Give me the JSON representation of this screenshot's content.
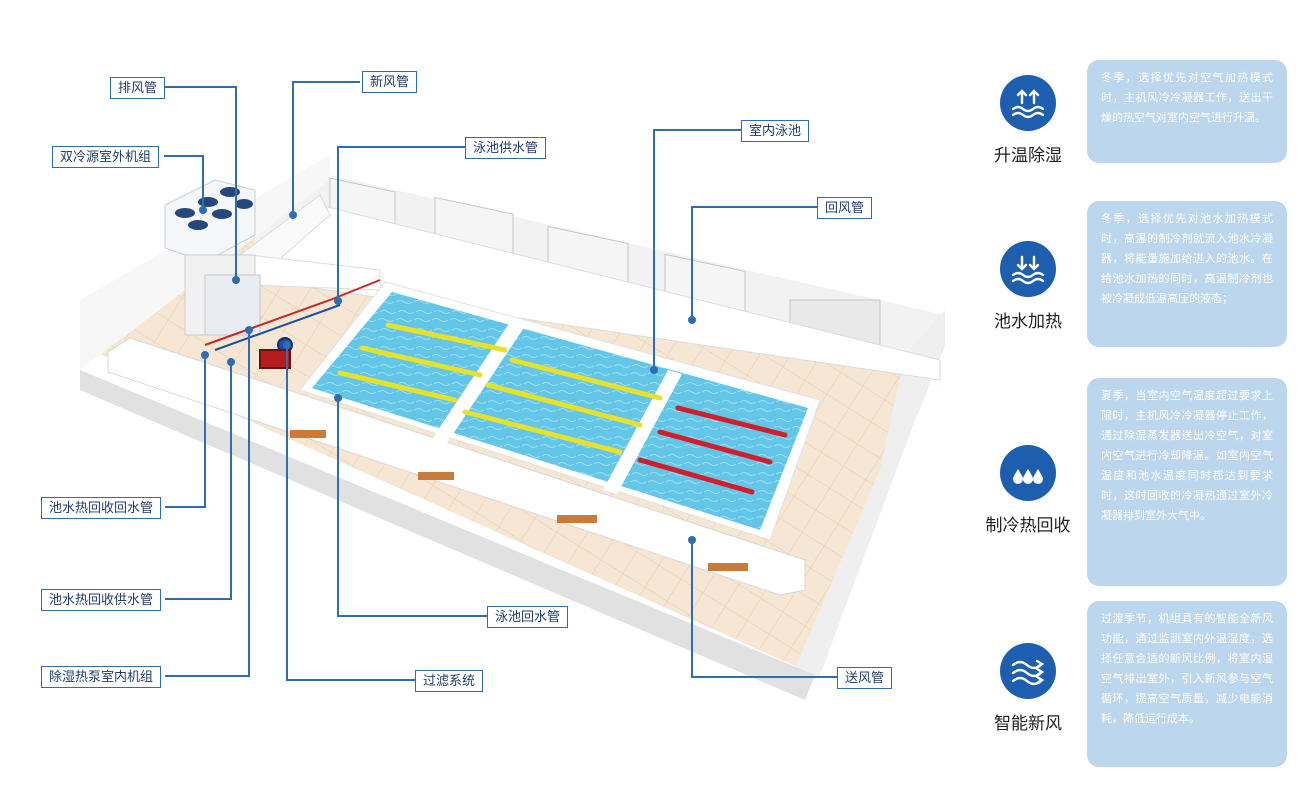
{
  "labels": {
    "exhaust_duct": "排风管",
    "fresh_air_duct": "新风管",
    "dual_source_outdoor_unit": "双冷源室外机组",
    "pool_supply_pipe": "泳池供水管",
    "indoor_pool": "室内泳池",
    "return_air_duct": "回风管",
    "heat_recovery_return_pipe": "池水热回收回水管",
    "heat_recovery_supply_pipe": "池水热回收供水管",
    "dehumid_heat_pump_indoor_unit": "除湿热泵室内机组",
    "filter_system": "过滤系统",
    "pool_return_pipe": "泳池回水管",
    "supply_air_duct": "送风管"
  },
  "features": [
    {
      "title": "升温除湿",
      "icon": "temperature-rise-icon",
      "text": "冬季，选择优先对空气加热模式时，主机风冷冷凝器工作，送出干燥的热空气对室内空气进行升温。"
    },
    {
      "title": "池水加热",
      "icon": "water-heating-icon",
      "text": "冬季，选择优先对池水加热模式时，高温的制冷剂就流入池水冷凝器，将能量施加给进入的池水。在给池水加热的同时，高温制冷剂也被冷凝成低温高压的液态；"
    },
    {
      "title": "制冷热回收",
      "icon": "water-drops-icon",
      "text": "夏季，当室内空气温度超过要求上限时，主机风冷冷凝器停止工作，通过除湿蒸发器送出冷空气，对室内空气进行冷却降温。如室内空气温度和池水温度同时都达到要求时，这时回收的冷凝热通过室外冷凝器排到室外大气中。"
    },
    {
      "title": "智能新风",
      "icon": "fresh-air-icon",
      "text": "过渡季节，机组具有的智能全新风功能，通过监测室内外温湿度，选择任意合适的新风比例，将室内湿空气排出室外，引入新风参与空气循环，提高空气质量，减少电能消耗，降低运行成本。"
    }
  ],
  "colors": {
    "accent": "#1d5fae",
    "leader": "#2f6db3",
    "panel": "#bcd6ee",
    "pool": "#52bce3",
    "lane_yellow": "#e7e12a",
    "lane_red": "#d11e2b"
  }
}
